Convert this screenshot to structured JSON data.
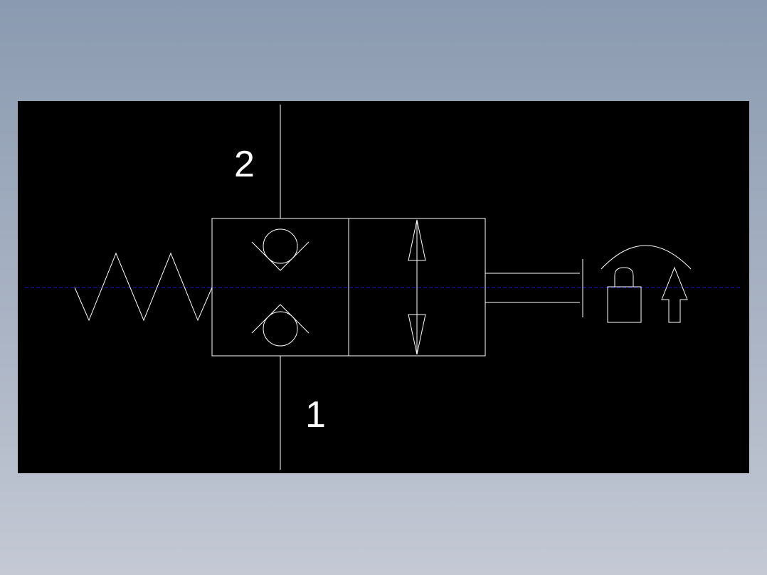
{
  "diagram": {
    "background_color": "#000000",
    "line_color": "#ffffff",
    "centerline_color": "#1a1acc",
    "ports": [
      {
        "id": "top",
        "label": "2"
      },
      {
        "id": "bottom",
        "label": "1"
      }
    ],
    "symbols": {
      "spring": "spring-icon",
      "check_valve_upper": "check-valve-icon",
      "check_valve_lower": "check-valve-icon",
      "flow_arrows": "double-arrow-icon",
      "actuator": "plunger-icon",
      "lock": "padlock-icon",
      "push_arrow": "up-arrow-icon",
      "cover": "arc-cover-icon"
    }
  }
}
